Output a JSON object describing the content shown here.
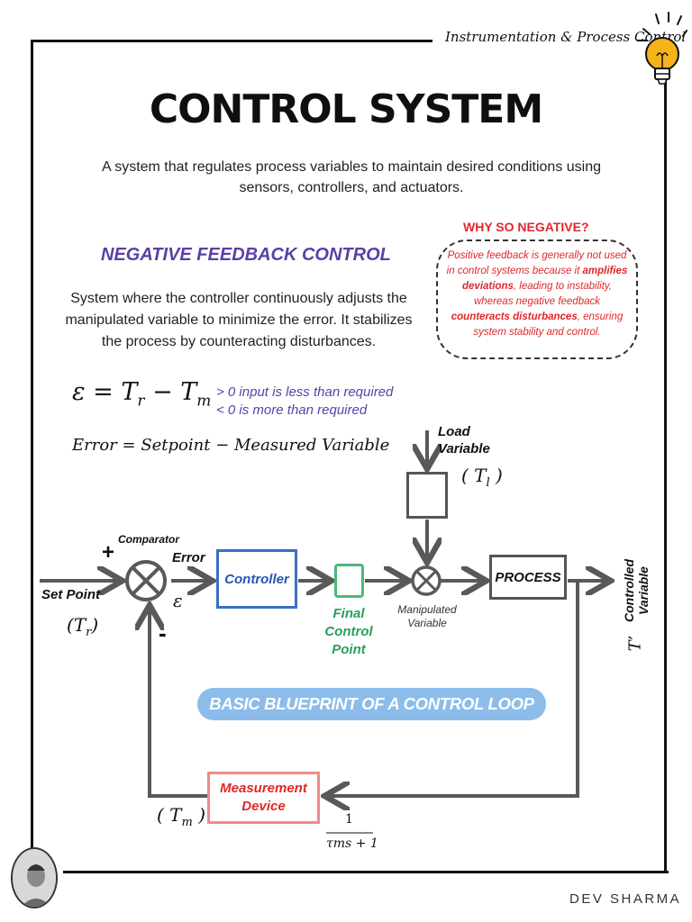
{
  "header": {
    "series_tag": "Instrumentation & Process Control"
  },
  "title": "CONTROL SYSTEM",
  "subtitle": "A system that regulates process variables to maintain desired conditions using sensors, controllers, and actuators.",
  "negative_feedback": {
    "heading": "NEGATIVE FEEDBACK CONTROL",
    "description": "System where the controller continuously adjusts the manipulated variable to minimize the error. It stabilizes the process by counteracting disturbances."
  },
  "why_negative": {
    "heading": "WHY SO NEGATIVE?",
    "text_1": "Positive feedback is generally not used in control systems because it ",
    "highlight_1": "amplifies deviations",
    "text_2": ", leading to instability, whereas negative feedback ",
    "highlight_2": "counteracts disturbances",
    "text_3": ", ensuring system stability and control."
  },
  "equations": {
    "eps": "ε",
    "eq": "=",
    "minus": "−",
    "tr": "T",
    "tr_sub": "r",
    "tm": "T",
    "tm_sub": "m",
    "note_positive": "> 0 input is less than required",
    "note_negative": "< 0 is more than required",
    "error_formula": "Error = Setpoint − Measured Variable"
  },
  "diagram": {
    "load_variable": "Load\nVariable",
    "load_symbol": "T",
    "load_symbol_sub": "l",
    "comparator": "Comparator",
    "plus": "+",
    "minus": "-",
    "error": "Error",
    "error_symbol": "ε",
    "set_point": "Set Point",
    "set_point_symbol": "T",
    "set_point_sub": "r",
    "controller": "Controller",
    "final_control_point": "Final\nControl\nPoint",
    "manipulated_variable": "Manipulated\nVariable",
    "process": "PROCESS",
    "controlled_variable": "Controlled\nVariable",
    "controlled_symbol": "T’",
    "banner": "BASIC BLUEPRINT OF A CONTROL LOOP",
    "measurement_device": "Measurement\nDevice",
    "measured_symbol": "T",
    "measured_sub": "m",
    "tf_numerator": "1",
    "tf_denominator": "τms + 1"
  },
  "colors": {
    "purple": "#5b3fa8",
    "red": "#e0262a",
    "controller_blue": "#3a6fc4",
    "fcp_green": "#4cb87a",
    "banner_blue": "#8cbcea",
    "arrow_gray": "#595959"
  },
  "footer": {
    "author": "DEV SHARMA"
  }
}
